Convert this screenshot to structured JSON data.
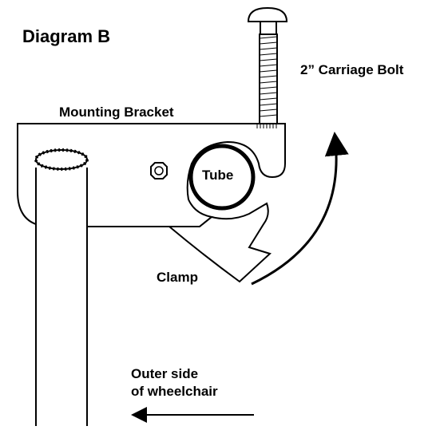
{
  "diagram": {
    "title": "Diagram B",
    "labels": {
      "bolt": "2” Carriage Bolt",
      "bracket": "Mounting Bracket",
      "tube": "Tube",
      "clamp": "Clamp",
      "side_line1": "Outer side",
      "side_line2": "of wheelchair"
    }
  }
}
